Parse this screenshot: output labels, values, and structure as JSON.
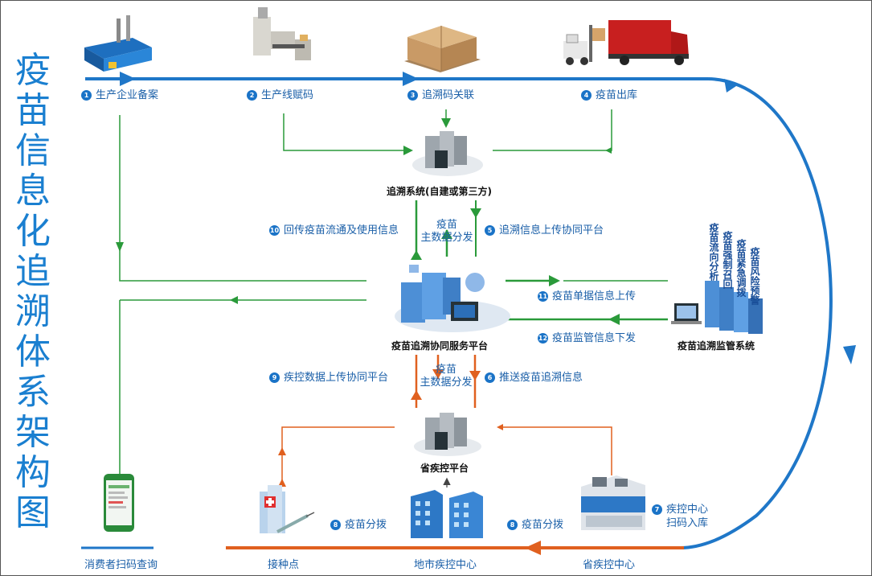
{
  "title": "疫苗信息化追溯体系架构图",
  "top_flow": [
    {
      "num": "1",
      "label": "生产企业备案",
      "icon": "factory-icon"
    },
    {
      "num": "2",
      "label": "生产线赋码",
      "icon": "production-line-icon"
    },
    {
      "num": "3",
      "label": "追溯码关联",
      "icon": "boxes-icon"
    },
    {
      "num": "4",
      "label": "疫苗出库",
      "icon": "truck-icon"
    }
  ],
  "nodes": {
    "trace_system": "追溯系统(自建或第三方)",
    "service_platform": "疫苗追溯协同服务平台",
    "supervision_system": "疫苗追溯监管系统",
    "provincial_platform": "省疾控平台"
  },
  "supervision_features": [
    "疫苗流向分析",
    "疫苗强制召回",
    "疫苗紧急调拨",
    "疫苗风险预警"
  ],
  "flow_labels": {
    "step10": {
      "num": "10",
      "label": "回传疫苗流通及使用信息"
    },
    "master_data_upper": [
      "疫苗",
      "主数据分发"
    ],
    "step5": {
      "num": "5",
      "label": "追溯信息上传协同平台"
    },
    "step11": {
      "num": "11",
      "label": "疫苗单据信息上传"
    },
    "step12": {
      "num": "12",
      "label": "疫苗监管信息下发"
    },
    "step9": {
      "num": "9",
      "label": "疾控数据上传协同平台"
    },
    "master_data_lower": [
      "疫苗",
      "主数据分发"
    ],
    "step6": {
      "num": "6",
      "label": "推送疫苗追溯信息"
    },
    "step7": {
      "num": "7",
      "label": [
        "疾控中心",
        "扫码入库"
      ]
    },
    "step8a": {
      "num": "8",
      "label": "疫苗分拨"
    },
    "step8b": {
      "num": "8",
      "label": "疫苗分拨"
    }
  },
  "bottom_flow": {
    "consumer": "消费者扫码查询",
    "vaccination_site": "接种点",
    "city_cdc": "地市疾控中心",
    "provincial_cdc": "省疾控中心"
  },
  "colors": {
    "blue": "#1f77c8",
    "green": "#2a9a3a",
    "orange": "#e0601f",
    "title": "#1a7fd0"
  }
}
